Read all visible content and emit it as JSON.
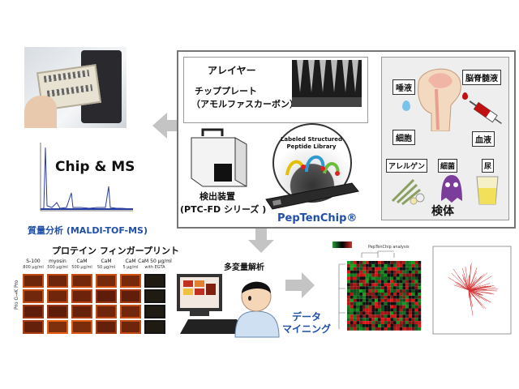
{
  "labels": {
    "arrayer": "アレイヤー",
    "chip_plate_1": "チッププレート",
    "chip_plate_2": "（アモルファスカーボン）",
    "saliva": "唾液",
    "csf": "脳脊髄液",
    "cells": "細胞",
    "blood": "血液",
    "allergen": "アレルゲン",
    "bacteria": "細菌",
    "urine": "尿",
    "specimen": "検体",
    "detector_1": "検出装置",
    "detector_2": "(PTC-FD シリーズ )",
    "pepten": "PepTenChip®",
    "library_1": "Labeled Structured",
    "library_2": "Peptide Library",
    "chip_ms": "Chip & MS",
    "maldi": "質量分析 (MALDI-TOF-MS)",
    "fingerprint_title": "プロテイン フィンガープリント",
    "multivariate": "多変量解析",
    "data_mining_1": "データ",
    "data_mining_2": "マイニング",
    "heatmap_title": "PepTenChip analysis"
  },
  "fingerprint": {
    "columns": [
      {
        "name": "S-100",
        "conc": "800 μg/ml"
      },
      {
        "name": "myosin",
        "conc": "500 μg/ml"
      },
      {
        "name": "CaM",
        "conc": "500 μg/ml"
      },
      {
        "name": "CaM",
        "conc": "50 μg/ml"
      },
      {
        "name": "CaM",
        "conc": "5 μg/ml"
      },
      {
        "name": "CaM 50 μg/ml",
        "conc": "with EGTA"
      }
    ]
  },
  "colors": {
    "arrow": "#c4c4c4",
    "frame": "#777777",
    "brand": "#1f4fa8",
    "heat_red": "#d0302a",
    "heat_green": "#2a9a3a"
  }
}
